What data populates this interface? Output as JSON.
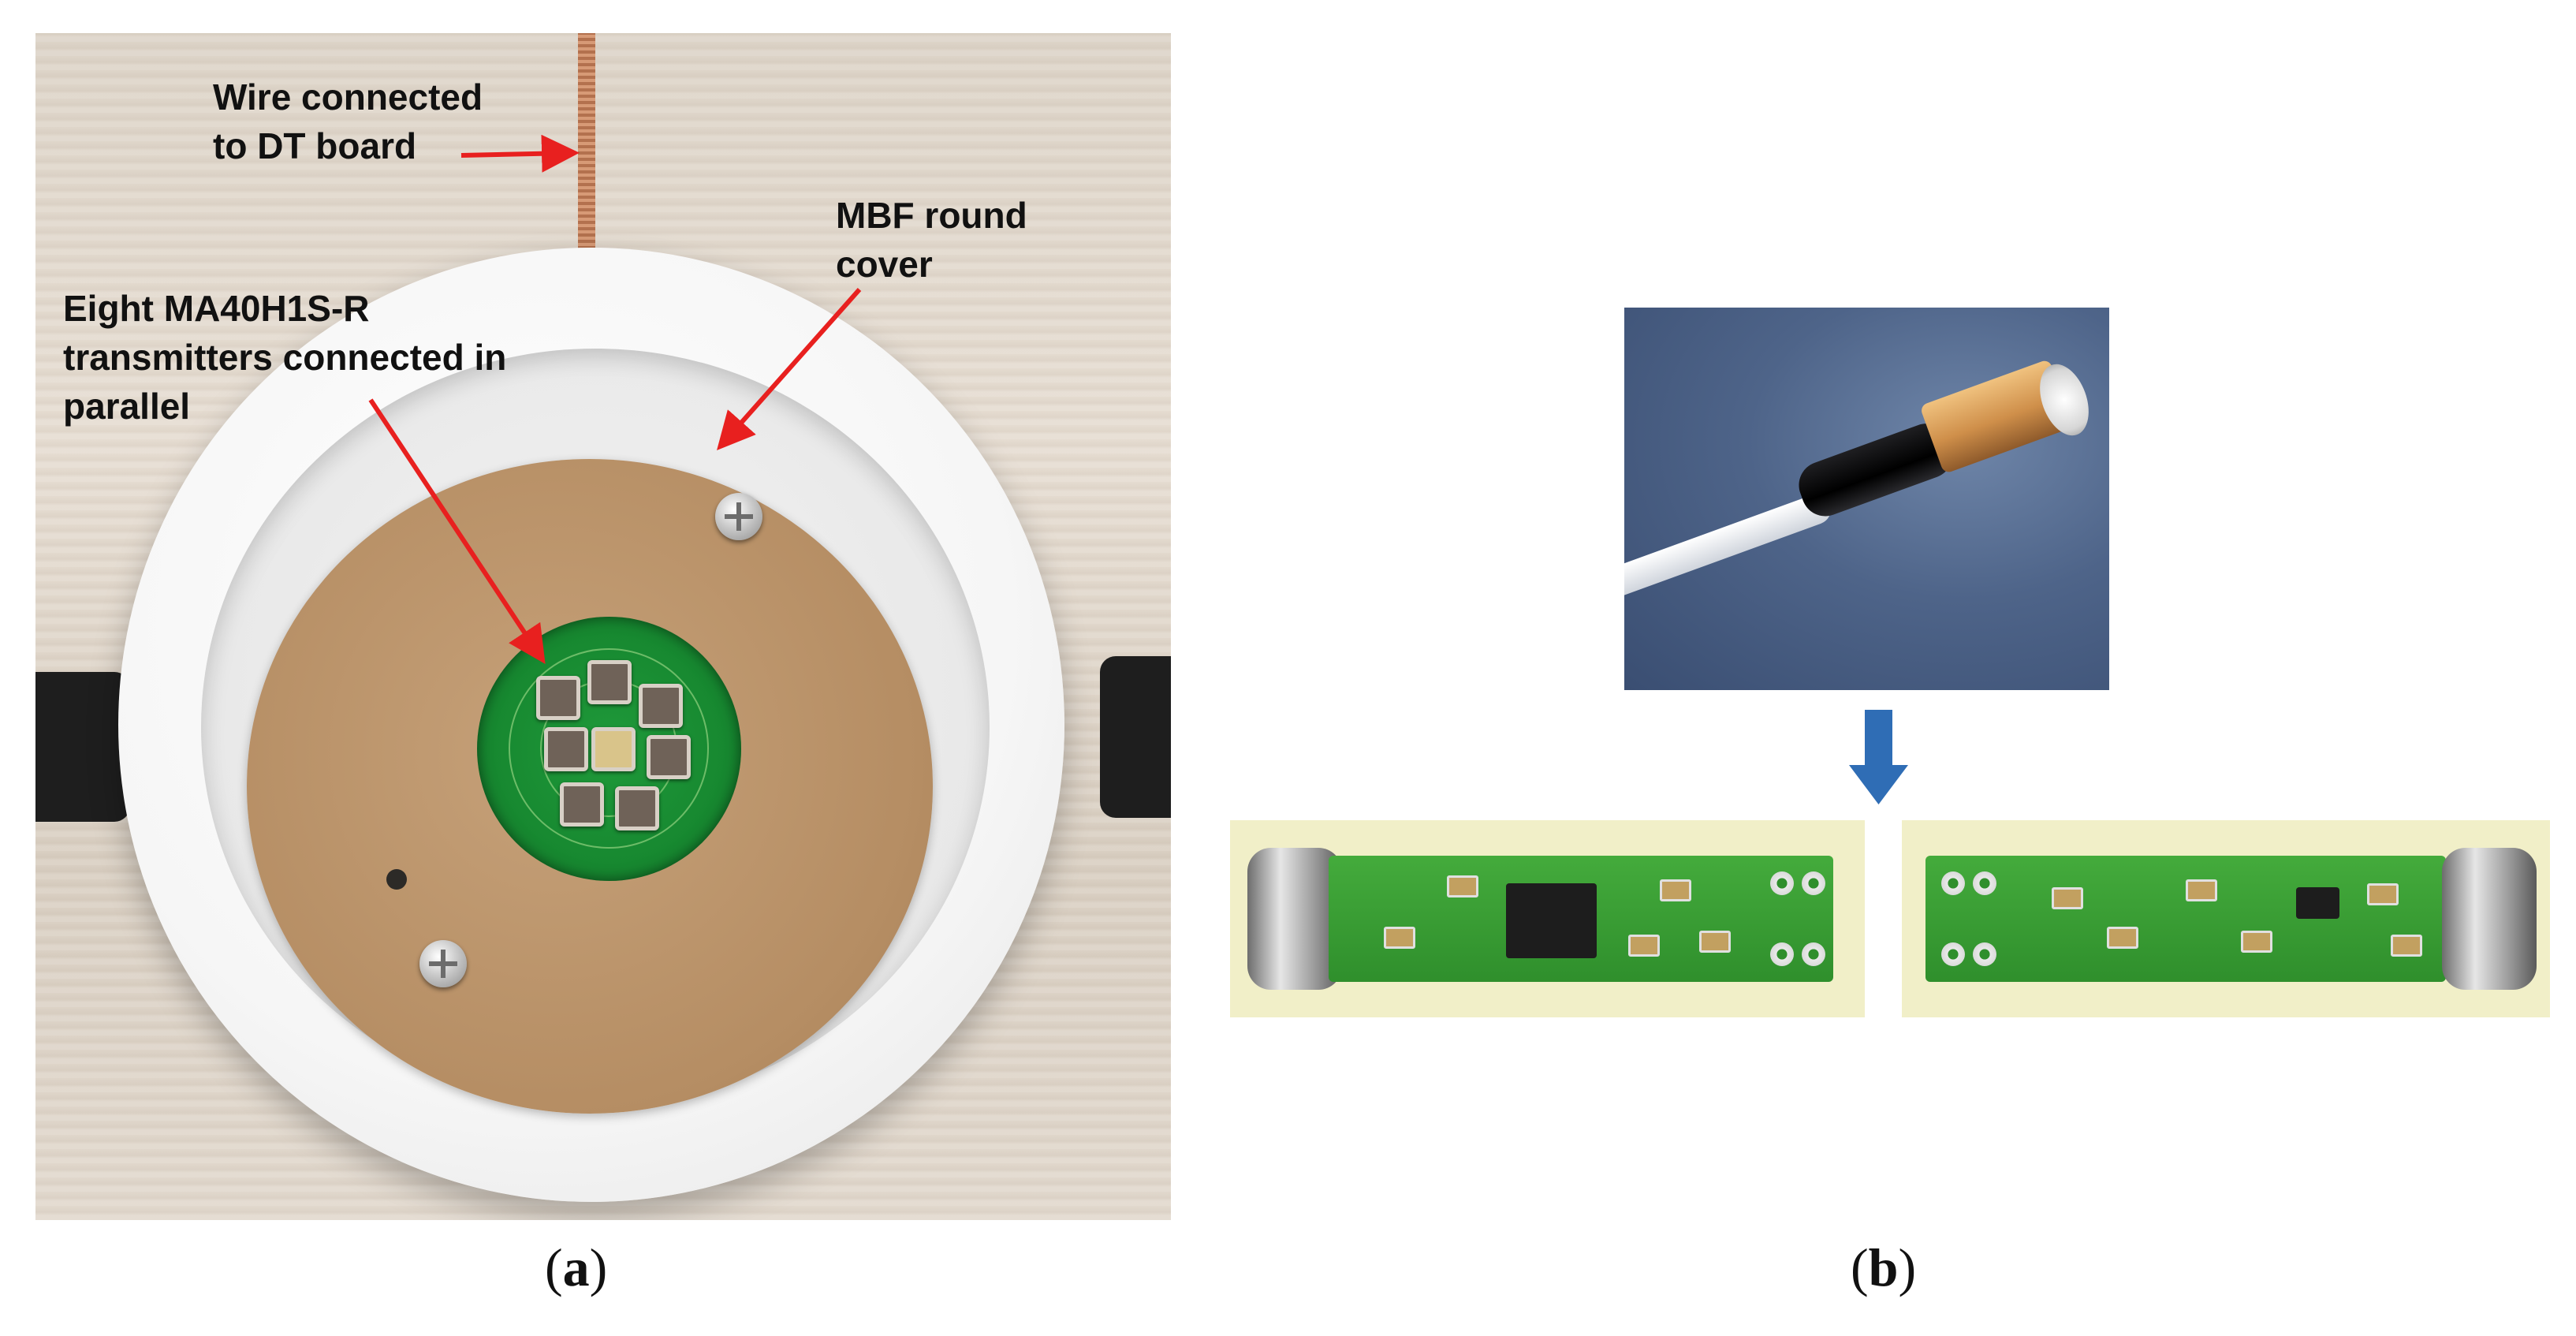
{
  "panel_a": {
    "label_wire": "Wire connected\nto DT board",
    "label_cover": "MBF round\ncover",
    "label_transmitters": "Eight MA40H1S-R\ntransmitters connected in\nparallel",
    "caption_open": "(",
    "caption_letter": "a",
    "caption_close": ")"
  },
  "panel_b": {
    "caption_open": "(",
    "caption_letter": "b",
    "caption_close": ")"
  },
  "colors": {
    "arrow_red": "#e8201f",
    "arrow_blue": "#2f6db5"
  }
}
